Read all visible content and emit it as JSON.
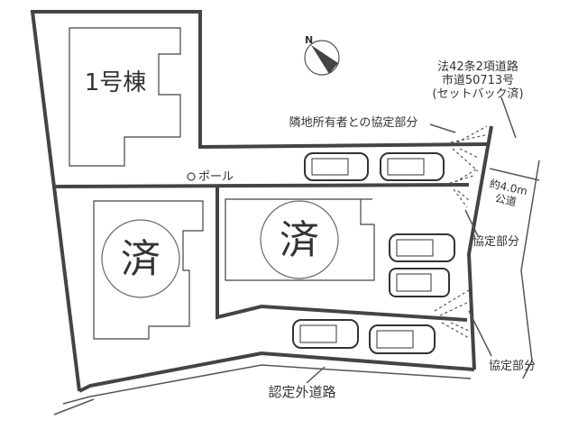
{
  "buildings": {
    "building1": "1号棟",
    "sold_mark": "済"
  },
  "labels": {
    "pole": "ポール",
    "road_north_line1": "法42条2項道路",
    "road_north_line2": "市道50713号",
    "road_north_line3": "(セットバック済)",
    "neighbor_agreement": "隣地所有者との協定部分",
    "road_width_line1": "約4.0m",
    "road_width_line2": "公道",
    "agreement_area_1": "協定部分",
    "agreement_area_2": "協定部分",
    "south_road": "認定外道路",
    "compass_north": "N"
  },
  "colors": {
    "line": "#444444",
    "fill_compass": "#444444"
  }
}
